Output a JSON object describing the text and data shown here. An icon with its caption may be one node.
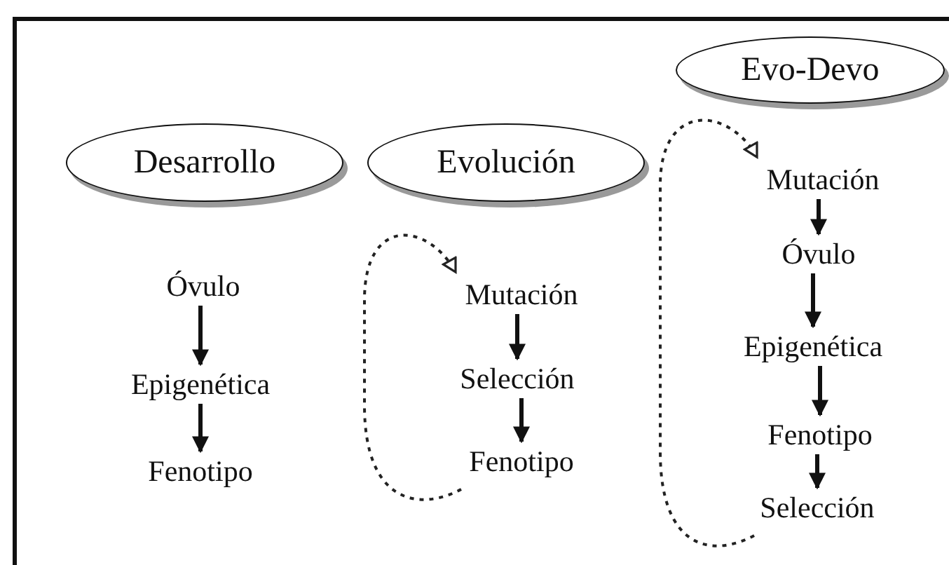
{
  "diagram": {
    "nodes": [
      {
        "text": [
          "Desarrollo"
        ]
      },
      {
        "text": [
          "Evolución"
        ]
      },
      {
        "text": [
          "Evo-Devo"
        ]
      },
      {
        "text": [
          "Óvulo"
        ]
      },
      {
        "text": [
          "Epigenética"
        ]
      },
      {
        "text": [
          "Fenotipo"
        ]
      },
      {
        "text": [
          "Mutación"
        ]
      },
      {
        "text": [
          "Selección"
        ]
      },
      {
        "text": [
          "Fenotipo"
        ]
      },
      {
        "text": [
          "Mutación"
        ]
      },
      {
        "text": [
          "Óvulo"
        ]
      },
      {
        "text": [
          "Epigenética"
        ]
      },
      {
        "text": [
          "Fenotipo"
        ]
      },
      {
        "text": [
          "Selección"
        ]
      }
    ],
    "edges": [
      {
        "from": 3,
        "to": 4,
        "arrow": "to"
      },
      {
        "from": 4,
        "to": 5,
        "arrow": "to"
      },
      {
        "from": 6,
        "to": 7,
        "arrow": "to"
      },
      {
        "from": 7,
        "to": 8,
        "arrow": "to"
      },
      {
        "from": 8,
        "to": 6,
        "arrow": "to",
        "style": "dashed"
      },
      {
        "from": 9,
        "to": 10,
        "arrow": "to"
      },
      {
        "from": 10,
        "to": 11,
        "arrow": "to"
      },
      {
        "from": 11,
        "to": 12,
        "arrow": "to"
      },
      {
        "from": 12,
        "to": 13,
        "arrow": "to"
      },
      {
        "from": 13,
        "to": 9,
        "arrow": "to",
        "style": "dashed"
      }
    ]
  }
}
